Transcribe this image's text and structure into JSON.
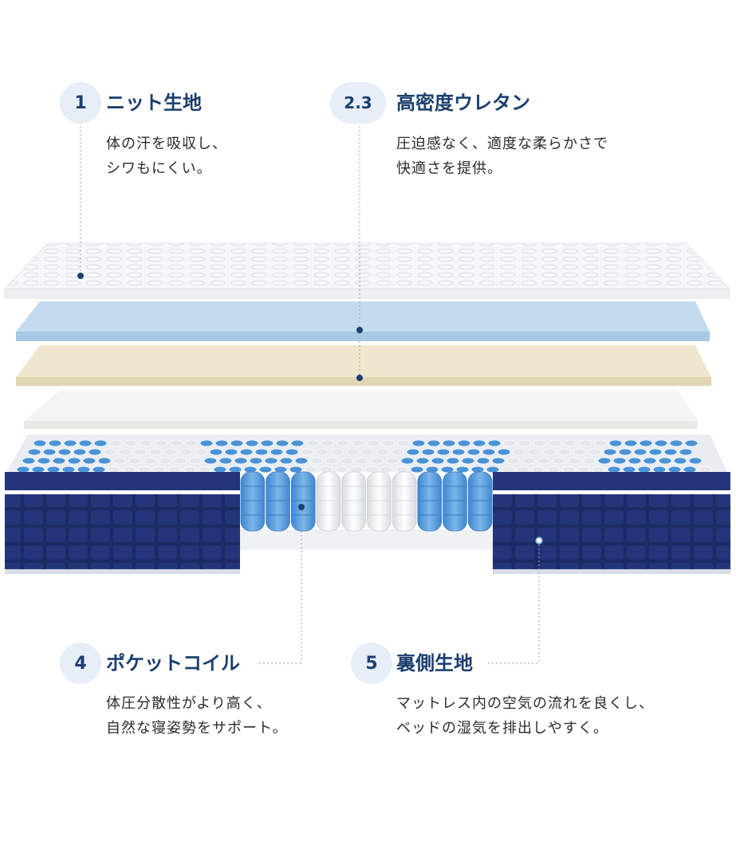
{
  "callouts": [
    {
      "number": "1",
      "title": "ニット生地",
      "lines": [
        "体の汗を吸収し、",
        "シワもにくい。"
      ]
    },
    {
      "number": "2.3",
      "title": "高密度ウレタン",
      "lines": [
        "圧迫感なく、適度な柔らかさで",
        "快適さを提供。"
      ]
    },
    {
      "number": "4",
      "title": "ポケットコイル",
      "lines": [
        "体圧分散性がより高く、",
        "自然な寝姿勢をサポート。"
      ]
    },
    {
      "number": "5",
      "title": "裏側生地",
      "lines": [
        "マットレス内の空気の流れを良くし、",
        "ベッドの湿気を排出しやすく。"
      ]
    }
  ],
  "colors": {
    "accent": "#1b3f6f",
    "badge_bg": "#e6eef8",
    "blue_foam": "#bcd7ee",
    "cream_foam": "#f0e8cf",
    "coil_blue": "#4b93d6",
    "coil_white": "#eceff2",
    "fabric_navy": "#1c2a66"
  }
}
